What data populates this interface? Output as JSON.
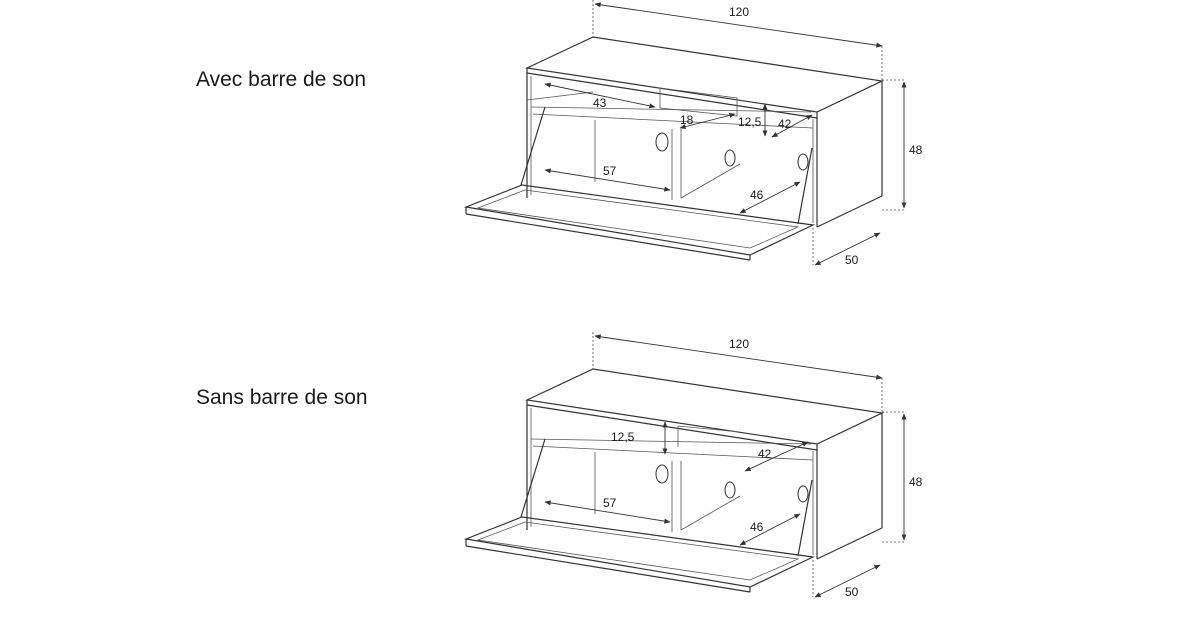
{
  "variants": {
    "top": {
      "caption": "Avec barre de son",
      "dims": {
        "width": "120",
        "height": "48",
        "depth": "50",
        "inner_width": "57",
        "inner_depth": "46",
        "shelf_depth": "42",
        "shelf_height": "12,5",
        "top_width": "43",
        "soundbar": "18"
      }
    },
    "bottom": {
      "caption": "Sans barre de son",
      "dims": {
        "width": "120",
        "height": "48",
        "depth": "50",
        "inner_width": "57",
        "inner_depth": "46",
        "shelf_depth": "42",
        "shelf_height": "12,5"
      }
    }
  }
}
